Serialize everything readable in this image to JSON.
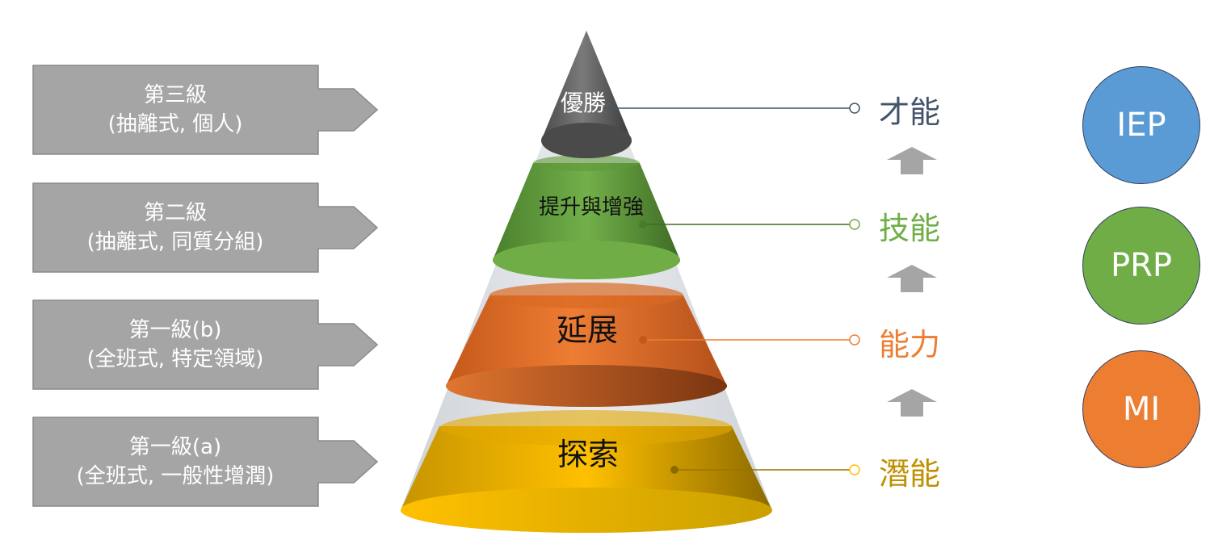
{
  "levels": [
    {
      "line1": "第三級",
      "line2": "(抽離式, 個人)"
    },
    {
      "line1": "第二級",
      "line2": "(抽離式, 同質分組)"
    },
    {
      "line1": "第一級(b)",
      "line2": "(全班式, 特定領域)"
    },
    {
      "line1": "第一級(a)",
      "line2": "(全班式, 一般性增潤)"
    }
  ],
  "tiers": {
    "top": "優勝",
    "second": "提升與增強",
    "third": "延展",
    "bottom": "探索"
  },
  "outcomes": {
    "top": "才能",
    "second": "技能",
    "third": "能力",
    "bottom": "潛能"
  },
  "badges": [
    {
      "label": "IEP",
      "color": "#5b9bd5"
    },
    {
      "label": "PRP",
      "color": "#70ad47"
    },
    {
      "label": "MI",
      "color": "#ed7d31"
    }
  ],
  "colors": {
    "arrow_fill": "#a5a5a5",
    "top_tier": "#6b6b6b",
    "second_tier": "#70ad47",
    "third_tier": "#ed7d31",
    "bottom_tier": "#ffc000",
    "top_outcome_text": "#44546a",
    "second_outcome_text": "#70ad47",
    "third_outcome_text": "#ed7d31",
    "bottom_outcome_text": "#bf9000"
  }
}
